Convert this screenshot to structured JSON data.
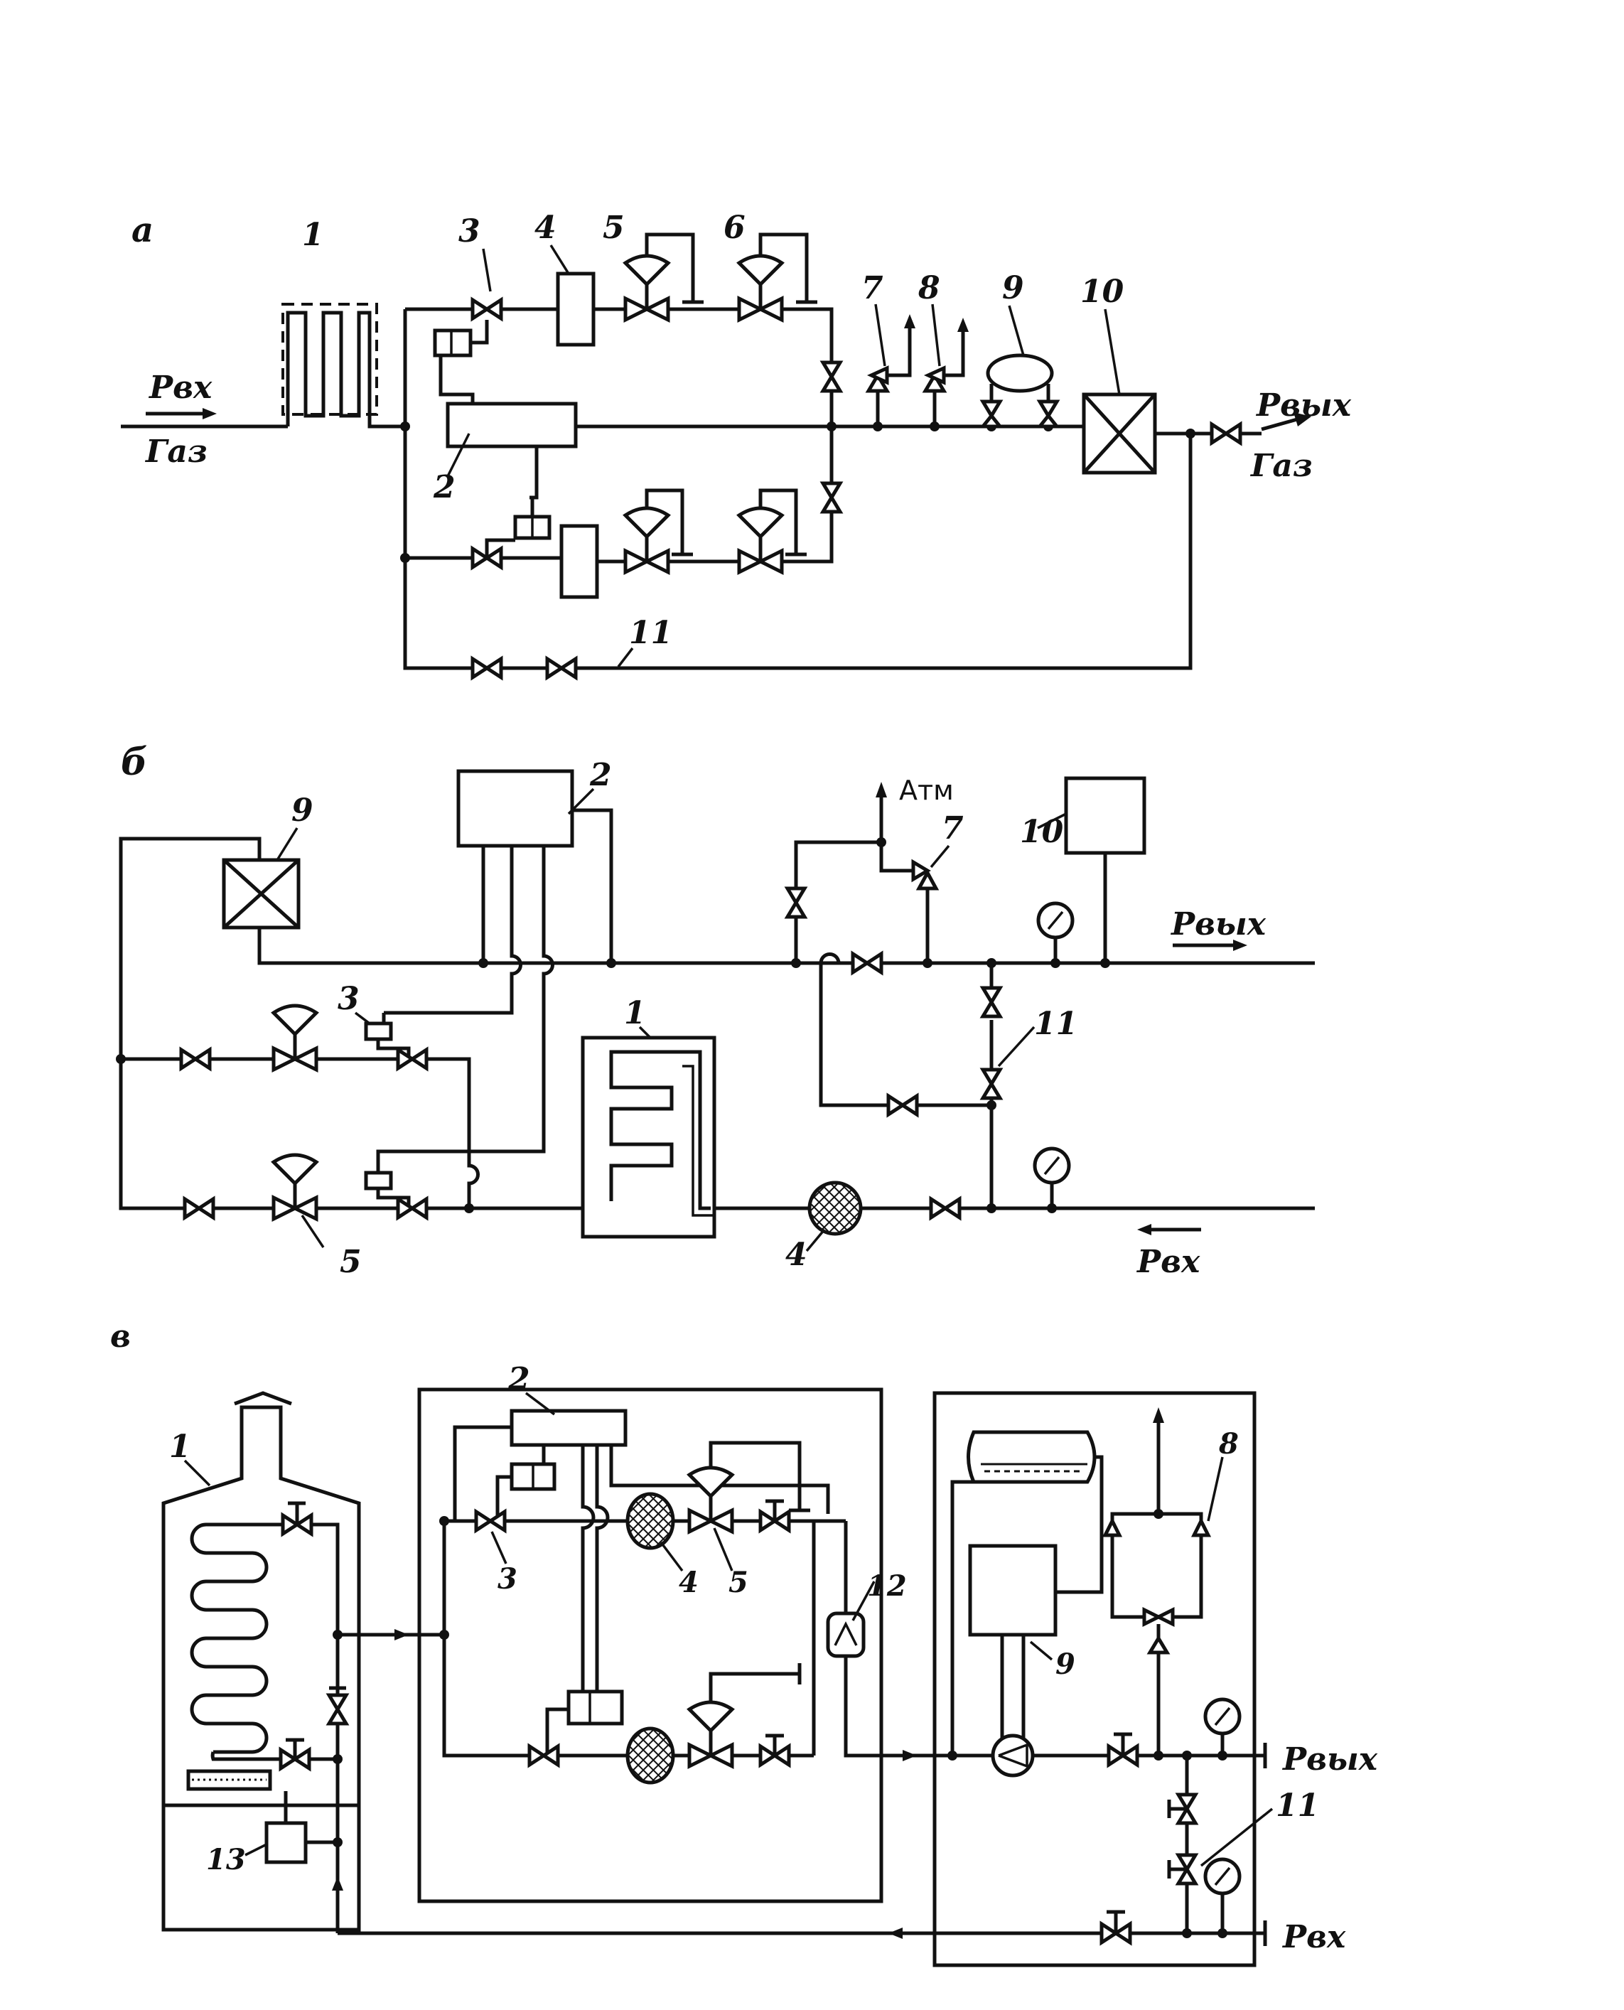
{
  "panels": {
    "a": {
      "letter": "а",
      "numbers": [
        "1",
        "2",
        "3",
        "4",
        "5",
        "6",
        "7",
        "8",
        "9",
        "10",
        "11"
      ],
      "inlet_pressure": "Pвх",
      "inlet_medium": "Газ",
      "outlet_pressure": "Pвых",
      "outlet_medium": "Газ"
    },
    "b": {
      "letter": "б",
      "numbers": [
        "1",
        "2",
        "3",
        "4",
        "5",
        "7",
        "9",
        "10",
        "11"
      ],
      "atm": "Атм",
      "outlet_pressure": "Pвых",
      "inlet_pressure": "Pвх"
    },
    "c": {
      "letter": "в",
      "numbers": [
        "1",
        "2",
        "3",
        "4",
        "5",
        "8",
        "9",
        "11",
        "12",
        "13"
      ],
      "outlet_pressure": "Pвых",
      "inlet_pressure": "Pвх"
    }
  }
}
